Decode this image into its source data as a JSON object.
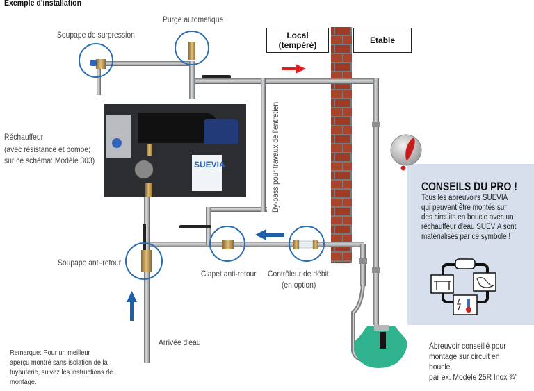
{
  "title": "Exemple d'installation",
  "zones": {
    "local_line1": "Local",
    "local_line2": "(tempéré)",
    "etable": "Etable"
  },
  "labels": {
    "soupape_surpression": "Soupape de surpression",
    "purge_automatique": "Purge automatique",
    "rechauffeur_line1": "Réchauffeur",
    "rechauffeur_line2": "(avec résistance et pompe;",
    "rechauffeur_line3": "sur ce schéma: Modèle 303)",
    "bypass": "By-pass pour travaux de l'entretien",
    "soupape_anti_retour": "Soupape anti-retour",
    "clapet_anti_retour": "Clapet anti-retour",
    "controleur_line1": "Contrôleur de débit",
    "controleur_line2": "(en option)",
    "arrivee_eau": "Arrivée d'eau"
  },
  "heater_brand": "SUEVIA",
  "remark": {
    "line1": "Remarque: Pour un meilleur",
    "line2": "aperçu montré sans isolation de la",
    "line3": "tuyauterie, suivez les instructions de",
    "line4": "montage."
  },
  "tip": {
    "icon": "exclamation-icon",
    "title": "CONSEILS DU PRO !",
    "line1": "Tous les abreuvoirs SUEVIA",
    "line2": "qui peuvent être montés sur",
    "line3": "des circuits en boucle avec un",
    "line4": "réchauffeur d'eau SUEVIA sont",
    "line5": "matérialisés par ce symbole !",
    "symbol_icons": [
      "pipe-icon",
      "heater-table-icon",
      "trough-icon",
      "electric-thermometer-icon"
    ]
  },
  "trough": {
    "line1": "Abreuvoir conseillé pour",
    "line2": "montage sur circuit en",
    "line3": "boucle,",
    "line4": "par ex. Modèle 25R Inox ¾\""
  },
  "colors": {
    "highlight_circle": "#2a6db5",
    "flow_arrow_hot": "#e02020",
    "flow_arrow_return": "#1f5fa8",
    "brick": "#9a3a26",
    "tip_background": "#d6dfeb",
    "trough": "#2fb38f",
    "pipe": "#a9aaab",
    "heater_panel": "#2b2d30"
  }
}
